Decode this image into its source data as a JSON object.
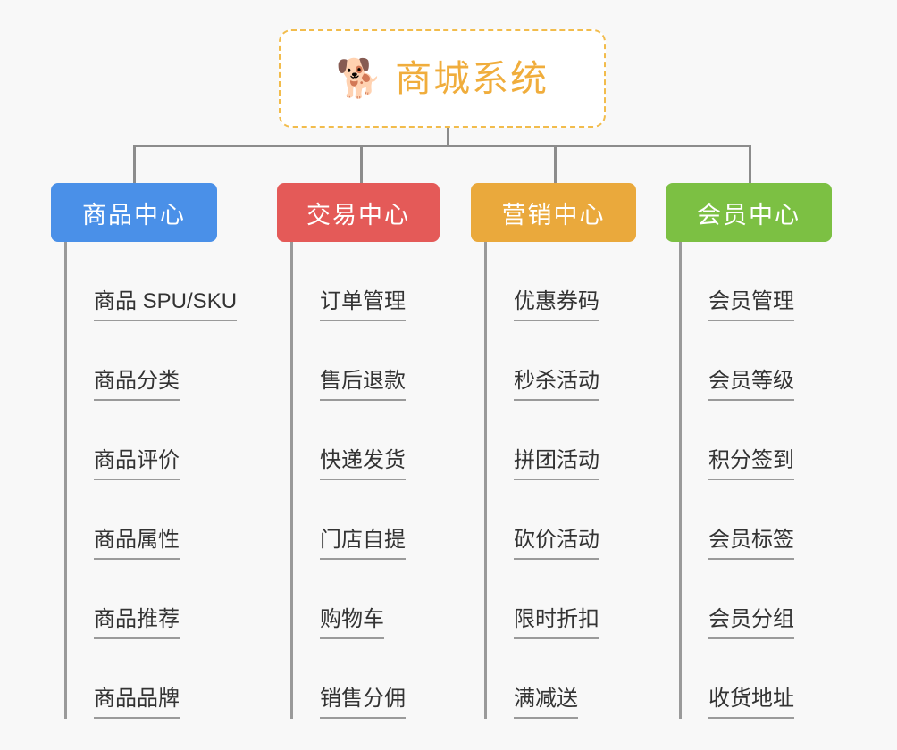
{
  "page": {
    "background_color": "#f8f8f8",
    "type": "org-chart-mindmap"
  },
  "root": {
    "title": "商城系统",
    "icon": "shiba-dog-face-icon",
    "icon_glyph": "🐕",
    "border_color": "#f2bc4c",
    "text_color": "#f0ad3c",
    "background_color": "#ffffff"
  },
  "connector": {
    "color": "#8c8c8c"
  },
  "columns": [
    {
      "id": "product-center",
      "title": "商品中心",
      "color": "#4a90e8",
      "items": [
        "商品 SPU/SKU",
        "商品分类",
        "商品评价",
        "商品属性",
        "商品推荐",
        "商品品牌"
      ]
    },
    {
      "id": "trade-center",
      "title": "交易中心",
      "color": "#e45a58",
      "items": [
        "订单管理",
        "售后退款",
        "快递发货",
        "门店自提",
        "购物车",
        "销售分佣"
      ]
    },
    {
      "id": "marketing-center",
      "title": "营销中心",
      "color": "#eaa93c",
      "items": [
        "优惠券码",
        "秒杀活动",
        "拼团活动",
        "砍价活动",
        "限时折扣",
        "满减送"
      ]
    },
    {
      "id": "member-center",
      "title": "会员中心",
      "color": "#7cc043",
      "items": [
        "会员管理",
        "会员等级",
        "积分签到",
        "会员标签",
        "会员分组",
        "收货地址"
      ]
    }
  ]
}
